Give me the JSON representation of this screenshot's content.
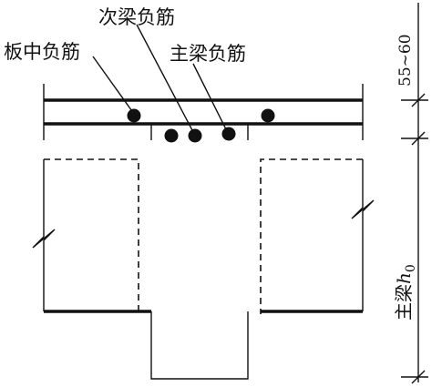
{
  "labels": {
    "secondary_beam_neg_rebar": "次梁负筋",
    "slab_neg_rebar": "板中负筋",
    "main_beam_neg_rebar": "主梁负筋"
  },
  "dimensions": {
    "top_cover": "55~60",
    "main_beam_depth_prefix": "主梁",
    "main_beam_depth_symbol": "h",
    "main_beam_depth_sub": "0"
  }
}
